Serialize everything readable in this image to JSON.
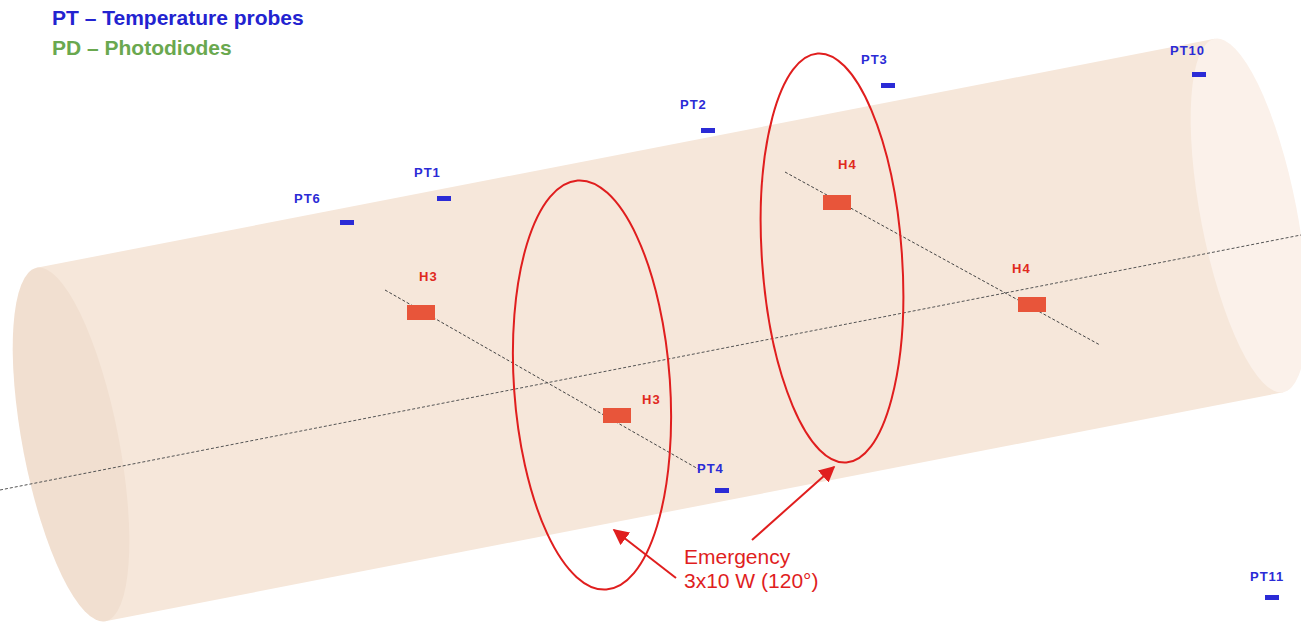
{
  "diagram": {
    "labels": [
      "PT – Temperature probes",
      "PD – Photodiodes",
      "PT6",
      "PT1",
      "PT2",
      "PT3",
      "PT10",
      "H3",
      "H3",
      "H4",
      "H4",
      "PT4",
      "PT11",
      "Emergency 3x10 W (120°)"
    ]
  }
}
